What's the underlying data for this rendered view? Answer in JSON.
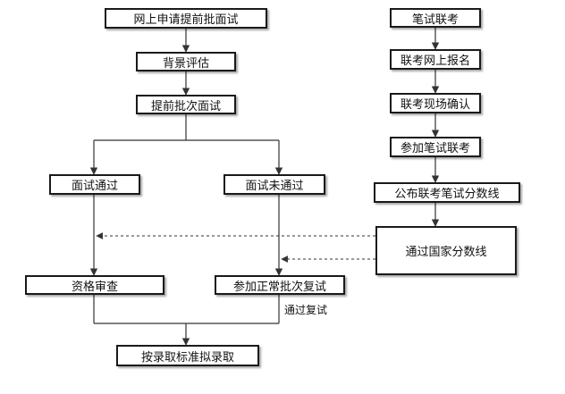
{
  "left_flow": {
    "apply_online": "网上申请提前批面试",
    "background_eval": "背景评估",
    "early_interview": "提前批次面试",
    "interview_pass": "面试通过",
    "interview_fail": "面试未通过",
    "qualification_review": "资格审查",
    "join_regular_retest": "参加正常批次复试",
    "pass_retest_label": "通过复试",
    "final_admission": "按录取标准拟录取"
  },
  "right_flow": {
    "written_exam": "笔试联考",
    "register_online": "联考网上报名",
    "onsite_confirm": "联考现场确认",
    "take_exam": "参加笔试联考",
    "announce_cutoff": "公布联考笔试分数线",
    "pass_national_line": "通过国家分数线"
  },
  "colors": {
    "line": "#333333",
    "border": "#1a1a1a",
    "background": "#ffffff"
  }
}
